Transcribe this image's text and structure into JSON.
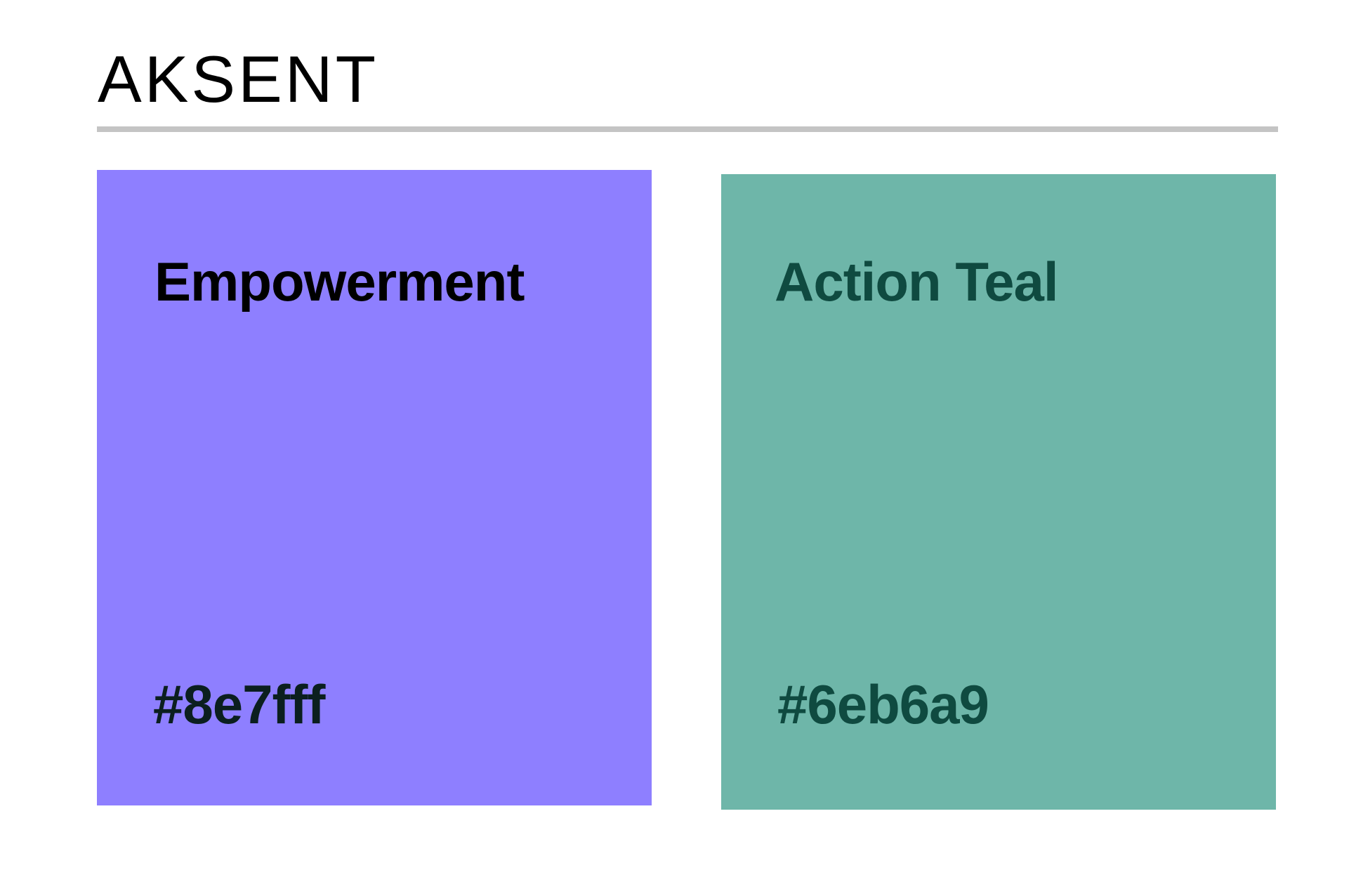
{
  "section": {
    "title": "AKSENT"
  },
  "swatches": [
    {
      "name": "Empowerment",
      "hex_label": "#8e7fff",
      "fill_color": "#8e7fff",
      "text_color": "#000000",
      "hex_text_color": "#0b1f1f"
    },
    {
      "name": "Action Teal",
      "hex_label": "#6eb6a9",
      "fill_color": "#6eb6a9",
      "text_color": "#0f4a40",
      "hex_text_color": "#0f4a40"
    }
  ],
  "colors": {
    "background": "#ffffff",
    "divider": "#c4c4c4",
    "title": "#000000"
  }
}
